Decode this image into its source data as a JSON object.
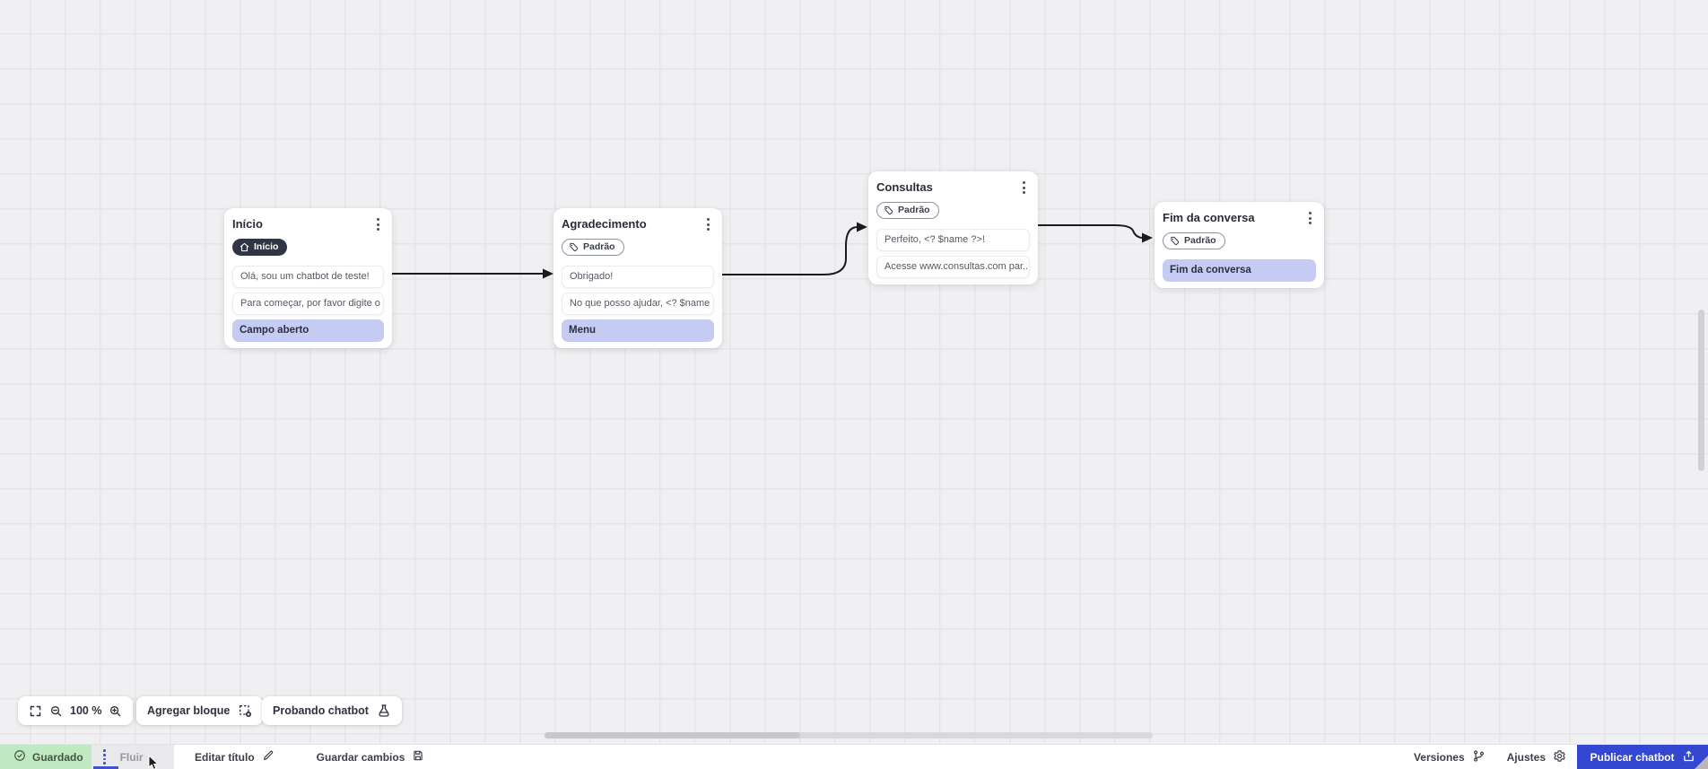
{
  "flow": {
    "nodes": [
      {
        "title": "Início",
        "badge_label": "Início",
        "messages": [
          "Olá, sou um chatbot de teste!",
          "Para começar, por favor digite o ..."
        ],
        "action_label": "Campo aberto"
      },
      {
        "title": "Agradecimento",
        "badge_label": "Padrão",
        "messages": [
          "Obrigado!",
          "No que posso ajudar, <? $name ..."
        ],
        "action_label": "Menu"
      },
      {
        "title": "Consultas",
        "badge_label": "Padrão",
        "messages": [
          "Perfeito, <? $name ?>!",
          "Acesse www.consultas.com par..."
        ]
      },
      {
        "title": "Fim da conversa",
        "badge_label": "Padrão",
        "action_label": "Fim da conversa"
      }
    ]
  },
  "toolbar": {
    "zoom_value": "100 %",
    "add_block": "Agregar bloque",
    "test_chatbot": "Probando chatbot"
  },
  "statusbar": {
    "saved": "Guardado",
    "flow_tab": "Fluir",
    "edit_title": "Editar título",
    "save_changes": "Guardar cambios",
    "versions": "Versiones",
    "settings": "Ajustes",
    "publish": "Publicar chatbot"
  },
  "colors": {
    "accent_blue": "#3347d1",
    "action_lavender": "#c5cbf3",
    "saved_green": "#bfe9c1",
    "badge_dark": "#2f3542",
    "connector": "#1b1b1d"
  }
}
